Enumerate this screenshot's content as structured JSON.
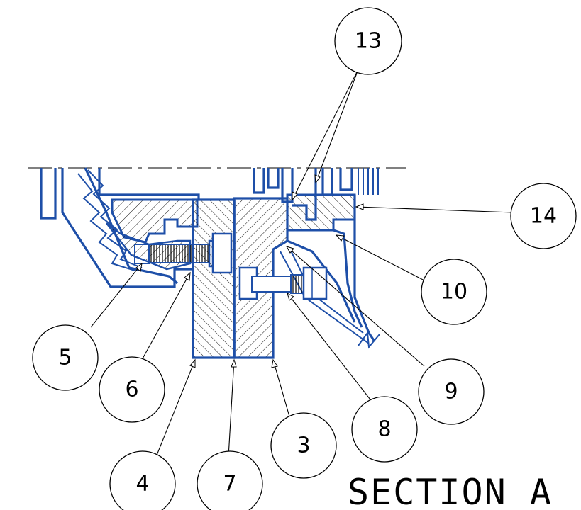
{
  "title": "SECTION A",
  "colors": {
    "part_outline": "#1e4fa8",
    "line": "#000000",
    "background": "#ffffff"
  },
  "callouts": {
    "c13": "13",
    "c14": "14",
    "c10": "10",
    "c9": "9",
    "c8": "8",
    "c3": "3",
    "c7": "7",
    "c4": "4",
    "c6": "6",
    "c5": "5"
  }
}
